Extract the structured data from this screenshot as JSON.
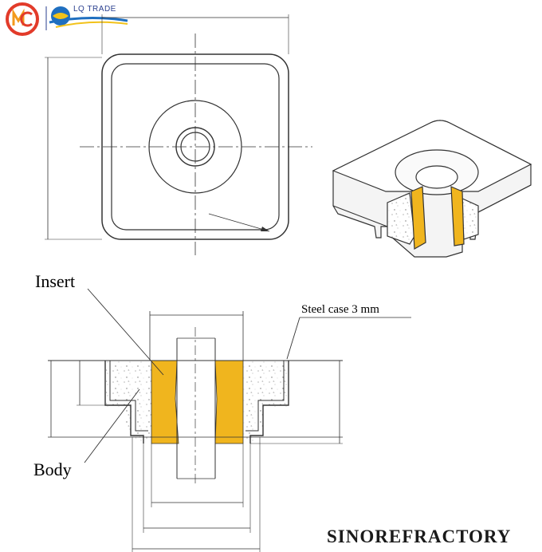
{
  "logo": {
    "brand_text": "LQ TRADE",
    "monogram": "MC"
  },
  "labels": {
    "insert": "Insert",
    "body": "Body",
    "steel_case": "Steel case 3 mm"
  },
  "footer": {
    "watermark": "SINOREFRACTORY"
  },
  "colors": {
    "insert_fill": "#f0b51e",
    "logo_red": "#e23b2a",
    "logo_orange": "#f39a1c",
    "logo_blue": "#2a3f8f",
    "line": "#333333"
  }
}
